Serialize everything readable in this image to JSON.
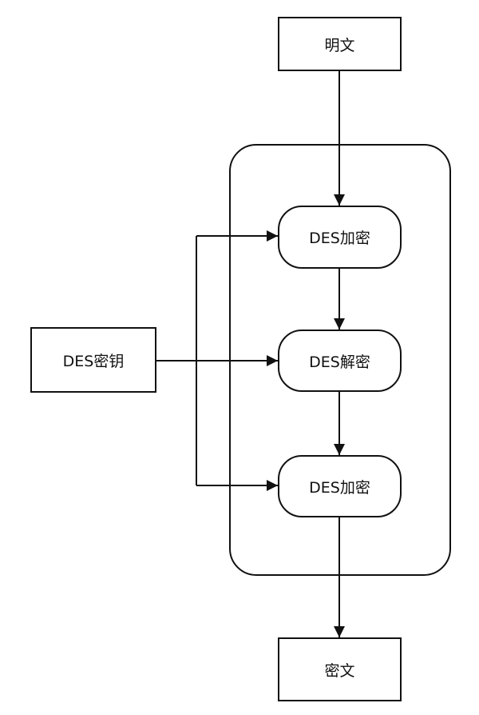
{
  "diagram": {
    "plaintext_label": "明文",
    "key_label": "DES密钥",
    "steps": [
      {
        "label": "DES加密"
      },
      {
        "label": "DES解密"
      },
      {
        "label": "DES加密"
      }
    ],
    "ciphertext_label": "密文"
  },
  "colors": {
    "stroke": "#111111",
    "background": "#ffffff"
  }
}
